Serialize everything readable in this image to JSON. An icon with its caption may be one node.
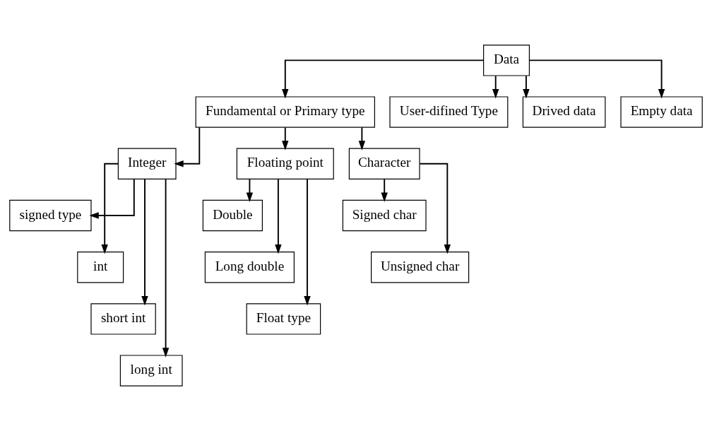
{
  "diagram": {
    "nodes": [
      {
        "text": [
          "Data"
        ]
      },
      {
        "text": [
          "Fundamental or Primary type"
        ]
      },
      {
        "text": [
          "User-difined Type"
        ]
      },
      {
        "text": [
          "Drived data"
        ]
      },
      {
        "text": [
          "Empty data"
        ]
      },
      {
        "text": [
          "Integer"
        ]
      },
      {
        "text": [
          "Floating point"
        ]
      },
      {
        "text": [
          "Character"
        ]
      },
      {
        "text": [
          "signed type"
        ]
      },
      {
        "text": [
          "int"
        ]
      },
      {
        "text": [
          "short int"
        ]
      },
      {
        "text": [
          "long int"
        ]
      },
      {
        "text": [
          "Double"
        ]
      },
      {
        "text": [
          "Long double"
        ]
      },
      {
        "text": [
          "Float type"
        ]
      },
      {
        "text": [
          "Signed char"
        ]
      },
      {
        "text": [
          "Unsigned char"
        ]
      }
    ],
    "edges": [
      {
        "from": 0,
        "to": 1,
        "arrow": "to"
      },
      {
        "from": 0,
        "to": 2,
        "arrow": "to"
      },
      {
        "from": 0,
        "to": 3,
        "arrow": "to"
      },
      {
        "from": 0,
        "to": 4,
        "arrow": "to"
      },
      {
        "from": 1,
        "to": 5,
        "arrow": "to"
      },
      {
        "from": 1,
        "to": 6,
        "arrow": "to"
      },
      {
        "from": 1,
        "to": 7,
        "arrow": "to"
      },
      {
        "from": 5,
        "to": 8,
        "arrow": "to"
      },
      {
        "from": 5,
        "to": 9,
        "arrow": "to"
      },
      {
        "from": 5,
        "to": 10,
        "arrow": "to"
      },
      {
        "from": 5,
        "to": 11,
        "arrow": "to"
      },
      {
        "from": 6,
        "to": 12,
        "arrow": "to"
      },
      {
        "from": 6,
        "to": 13,
        "arrow": "to"
      },
      {
        "from": 6,
        "to": 14,
        "arrow": "to"
      },
      {
        "from": 7,
        "to": 15,
        "arrow": "to"
      },
      {
        "from": 7,
        "to": 16,
        "arrow": "to"
      }
    ]
  }
}
